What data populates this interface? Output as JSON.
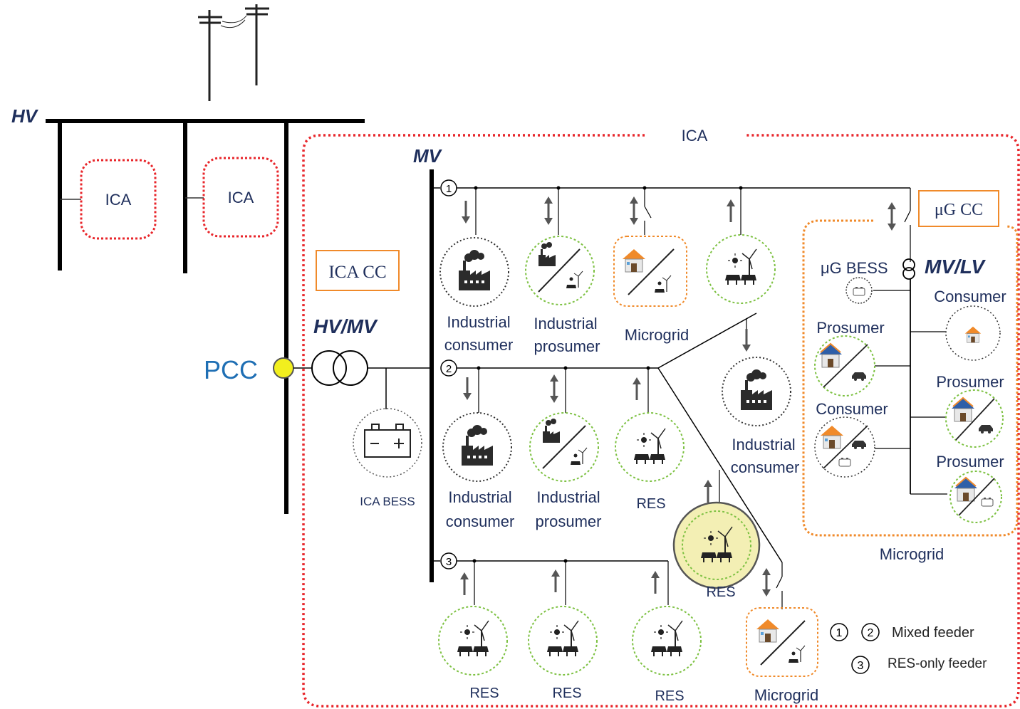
{
  "labels": {
    "hv": "HV",
    "mv": "MV",
    "hv_mv": "HV/MV",
    "mv_lv": "MV/LV",
    "pcc": "PCC",
    "ica_region": "ICA",
    "ica_small_1": "ICA",
    "ica_small_2": "ICA",
    "ica_cc": "ICA CC",
    "ug_cc": "μG CC",
    "ug_bess": "μG BESS",
    "ica_bess": "ICA BESS",
    "microgrid_region": "Microgrid"
  },
  "feeder_numbers": [
    "1",
    "2",
    "3"
  ],
  "feeder1": {
    "industrial_consumer": [
      "Industrial",
      "consumer"
    ],
    "industrial_prosumer": [
      "Industrial",
      "prosumer"
    ],
    "microgrid": "Microgrid"
  },
  "feeder2": {
    "industrial_consumer": [
      "Industrial",
      "consumer"
    ],
    "industrial_prosumer": [
      "Industrial",
      "prosumer"
    ],
    "res": "RES",
    "branch_industrial_consumer": [
      "Industrial",
      "consumer"
    ],
    "branch_res": "RES",
    "branch_microgrid": "Microgrid"
  },
  "feeder3": {
    "res_1": "RES",
    "res_2": "RES",
    "res_3": "RES"
  },
  "microgrid_nodes": {
    "consumer_right": "Consumer",
    "prosumer_left": "Prosumer",
    "prosumer_right_1": "Prosumer",
    "consumer_left": "Consumer",
    "prosumer_right_2": "Prosumer"
  },
  "legend": {
    "mixed_num_1": "1",
    "mixed_num_2": "2",
    "mixed_label": "Mixed feeder",
    "res_num": "3",
    "res_label": "RES-only feeder"
  },
  "colors": {
    "ica_border": "#e8262b",
    "microgrid_border": "#f08a2a",
    "res_ring": "#7dc142",
    "pcc_fill": "#f2ef1e",
    "highlight_fill": "#f3efb4",
    "highlight_stroke": "#555555",
    "label_text": "#1f2f5c",
    "pcc_text": "#1f6fb4"
  },
  "icons": {
    "factory": "factory-icon",
    "house": "house-icon",
    "res": "solar-wind-icon",
    "battery": "battery-icon",
    "transformer": "transformer-icon",
    "switch": "switch-icon",
    "power_pole": "power-pole-icon",
    "arrow_down": "arrow-down-icon",
    "arrow_up": "arrow-up-icon",
    "arrow_bidirectional": "arrow-bidirectional-icon"
  }
}
